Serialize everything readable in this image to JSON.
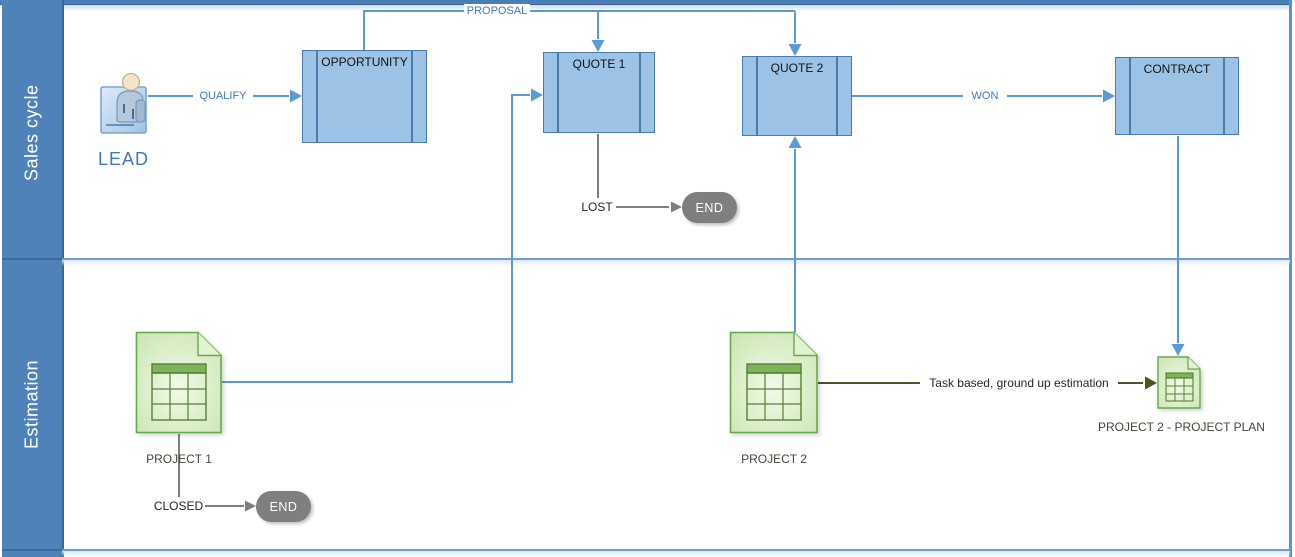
{
  "diagram": {
    "lanes": [
      {
        "label": "Sales cycle"
      },
      {
        "label": "Estimation"
      }
    ],
    "nodes": {
      "lead": {
        "label": "LEAD",
        "icon": "person-icon"
      },
      "opportunity": {
        "title": "OPPORTUNITY"
      },
      "quote1": {
        "title": "QUOTE 1"
      },
      "quote2": {
        "title": "QUOTE 2"
      },
      "contract": {
        "title": "CONTRACT"
      },
      "end_lost": {
        "label": "END"
      },
      "end_closed": {
        "label": "END"
      },
      "project1": {
        "label": "PROJECT 1",
        "icon": "spreadsheet-document-icon"
      },
      "project2": {
        "label": "PROJECT 2",
        "icon": "spreadsheet-document-icon"
      },
      "project2_plan": {
        "label": "PROJECT 2 - PROJECT PLAN",
        "icon": "spreadsheet-document-icon"
      }
    },
    "connectors": {
      "qualify": {
        "label": "QUALIFY"
      },
      "proposal": {
        "label": "PROPOSAL"
      },
      "won": {
        "label": "WON"
      },
      "lost": {
        "label": "LOST"
      },
      "closed": {
        "label": "CLOSED"
      },
      "task_based": {
        "label": "Task based, ground up estimation"
      }
    },
    "colors": {
      "lane_header": "#4e82b8",
      "box_fill": "#9cc3e5",
      "box_border": "#4a7bad",
      "connector_blue": "#5b9bd5",
      "connector_gray": "#7f7f7f",
      "connector_green": "#44591f",
      "end_pill": "#7f7f7f",
      "doc_border": "#6aa84f",
      "doc_fill": "#d9edc6",
      "label_blue": "#3e7ab8"
    }
  }
}
